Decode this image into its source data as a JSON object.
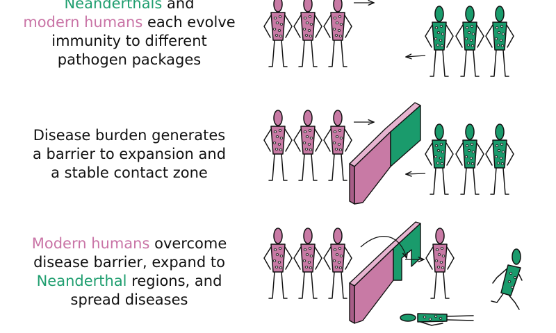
{
  "colors": {
    "neanderthal": "#1a9b6c",
    "modern": "#c87aa5",
    "outline": "#111111",
    "neanderthal_text": "#1f9e6f",
    "modern_text": "#c974a6"
  },
  "panels": [
    {
      "caption": {
        "lines": [
          [
            {
              "text": "Neanderthals",
              "style": "neander"
            },
            {
              "text": " and",
              "style": "plain"
            }
          ],
          [
            {
              "text": "modern humans",
              "style": "modern"
            },
            {
              "text": " each evolve",
              "style": "plain"
            }
          ],
          [
            {
              "text": "immunity to different",
              "style": "plain"
            }
          ],
          [
            {
              "text": "pathogen packages",
              "style": "plain"
            }
          ]
        ]
      }
    },
    {
      "caption": {
        "lines": [
          [
            {
              "text": "Disease burden generates",
              "style": "plain"
            }
          ],
          [
            {
              "text": "a barrier to expansion and",
              "style": "plain"
            }
          ],
          [
            {
              "text": "a stable contact zone",
              "style": "plain"
            }
          ]
        ]
      }
    },
    {
      "caption": {
        "lines": [
          [
            {
              "text": "Modern humans",
              "style": "modern"
            },
            {
              "text": " overcome",
              "style": "plain"
            }
          ],
          [
            {
              "text": "disease barrier, expand to",
              "style": "plain"
            }
          ],
          [
            {
              "text": "Neanderthal",
              "style": "neander"
            },
            {
              "text": " regions, and",
              "style": "plain"
            }
          ],
          [
            {
              "text": "spread diseases",
              "style": "plain"
            }
          ]
        ]
      }
    }
  ]
}
